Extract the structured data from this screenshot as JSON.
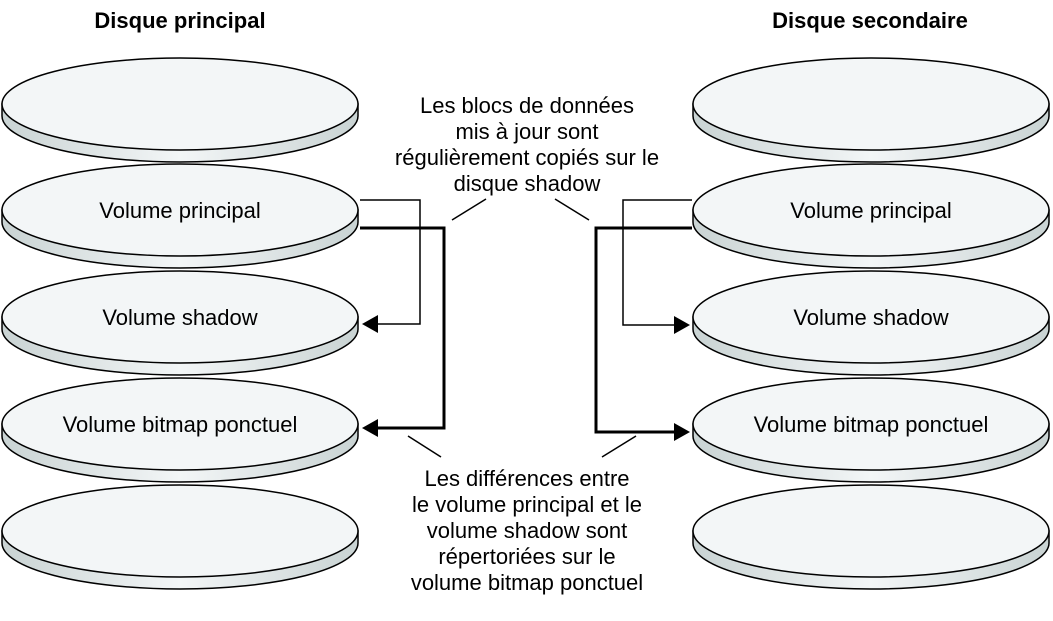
{
  "left_disk": {
    "title": "Disque principal",
    "volumes": [
      "",
      "Volume principal",
      "Volume shadow",
      "Volume bitmap ponctuel",
      ""
    ]
  },
  "right_disk": {
    "title": "Disque secondaire",
    "volumes": [
      "",
      "Volume principal",
      "Volume shadow",
      "Volume bitmap ponctuel",
      ""
    ]
  },
  "annotation_top": [
    "Les blocs de données",
    "mis à jour sont",
    "régulièrement copiés sur le",
    "disque shadow"
  ],
  "annotation_bottom": [
    "Les différences entre",
    "le volume principal et le",
    "volume shadow sont",
    "répertoriées sur le",
    "volume bitmap ponctuel"
  ],
  "colors": {
    "disk_top": "#f3f6f7",
    "disk_side": "#c9d3d3",
    "stroke": "#000000"
  }
}
